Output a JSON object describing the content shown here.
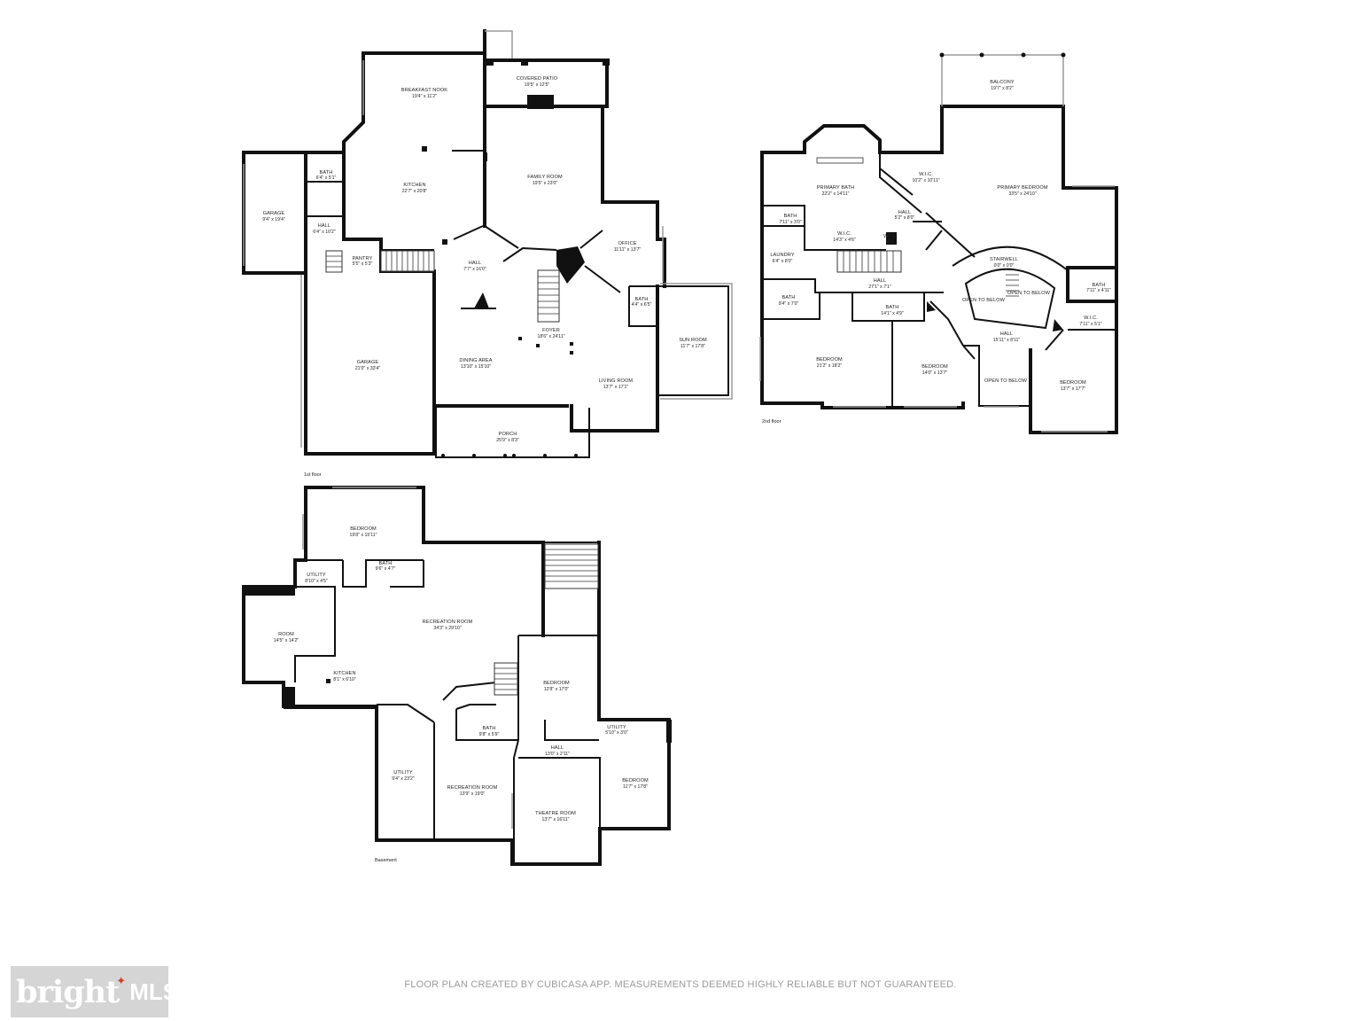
{
  "floors": [
    {
      "id": "first",
      "label": "1st floor",
      "rooms": [
        {
          "id": "breakfast-nook",
          "name": "BREAKFAST NOOK",
          "dims": "19'4\" x 11'2\""
        },
        {
          "id": "covered-patio",
          "name": "COVERED PATIO",
          "dims": "19'5\" x 12'5\""
        },
        {
          "id": "bath-1",
          "name": "BATH",
          "dims": "6'4\" x 5'1\""
        },
        {
          "id": "kitchen",
          "name": "KITCHEN",
          "dims": "22'7\" x 20'8\""
        },
        {
          "id": "family-room",
          "name": "FAMILY ROOM",
          "dims": "19'5\" x 23'0\""
        },
        {
          "id": "garage-small",
          "name": "GARAGE",
          "dims": "9'4\" x 19'4\""
        },
        {
          "id": "hall-1",
          "name": "HALL",
          "dims": "6'4\" x 10'2\""
        },
        {
          "id": "office",
          "name": "OFFICE",
          "dims": "11'11\" x 13'7\""
        },
        {
          "id": "pantry",
          "name": "PANTRY",
          "dims": "5'5\" x 5'3\""
        },
        {
          "id": "hall-2",
          "name": "HALL",
          "dims": "7'7\" x 16'0\""
        },
        {
          "id": "bath-2",
          "name": "BATH",
          "dims": "4'4\" x 6'5\""
        },
        {
          "id": "sun-room",
          "name": "SUN ROOM",
          "dims": "11'7\" x 17'8\""
        },
        {
          "id": "foyer",
          "name": "FOYER",
          "dims": "18'6\" x 24'11\""
        },
        {
          "id": "garage-large",
          "name": "GARAGE",
          "dims": "21'0\" x 33'4\""
        },
        {
          "id": "dining-area",
          "name": "DINING AREA",
          "dims": "13'10\" x 15'10\""
        },
        {
          "id": "living-room",
          "name": "LIVING ROOM",
          "dims": "13'7\" x 17'1\""
        },
        {
          "id": "porch",
          "name": "PORCH",
          "dims": "25'9\" x 8'3\""
        }
      ]
    },
    {
      "id": "second",
      "label": "2nd floor",
      "rooms": [
        {
          "id": "balcony",
          "name": "BALCONY",
          "dims": "19'7\" x 8'2\""
        },
        {
          "id": "primary-bath",
          "name": "PRIMARY BATH",
          "dims": "22'2\" x 14'11\""
        },
        {
          "id": "wic-1",
          "name": "W.I.C.",
          "dims": "10'2\" x 10'11\""
        },
        {
          "id": "primary-bedroom",
          "name": "PRIMARY BEDROOM",
          "dims": "33'5\" x 24'10\""
        },
        {
          "id": "bath-3",
          "name": "BATH",
          "dims": "7'11\" x 3'0\""
        },
        {
          "id": "hall-3",
          "name": "HALL",
          "dims": "5'2\" x 8'0\""
        },
        {
          "id": "wic-2",
          "name": "W.I.C.",
          "dims": "14'3\" x 4'6\""
        },
        {
          "id": "wic-3",
          "name": "W.I.C.",
          "dims": "4'0\""
        },
        {
          "id": "laundry",
          "name": "LAUNDRY",
          "dims": "6'4\" x 8'0\""
        },
        {
          "id": "stairwell",
          "name": "STAIRWELL",
          "dims": "0'0\" x 0'0\""
        },
        {
          "id": "hall-4",
          "name": "HALL",
          "dims": "27'1\" x 7'1\""
        },
        {
          "id": "bath-4",
          "name": "BATH",
          "dims": "7'11\" x 4'11\""
        },
        {
          "id": "open-below-1",
          "name": "OPEN TO BELOW",
          "dims": ""
        },
        {
          "id": "open-below-2",
          "name": "OPEN TO BELOW",
          "dims": ""
        },
        {
          "id": "bath-5",
          "name": "BATH",
          "dims": "9'4\" x 7'0\""
        },
        {
          "id": "bath-6",
          "name": "BATH",
          "dims": "14'1\" x 4'9\""
        },
        {
          "id": "wic-4",
          "name": "W.I.C.",
          "dims": "7'11\" x 5'1\""
        },
        {
          "id": "hall-5",
          "name": "HALL",
          "dims": "15'11\" x 8'11\""
        },
        {
          "id": "bedroom-1",
          "name": "BEDROOM",
          "dims": "21'2\" x 18'2\""
        },
        {
          "id": "bedroom-2",
          "name": "BEDROOM",
          "dims": "14'0\" x 13'7\""
        },
        {
          "id": "open-below-3",
          "name": "OPEN TO BELOW",
          "dims": ""
        },
        {
          "id": "bedroom-3",
          "name": "BEDROOM",
          "dims": "13'7\" x 17'7\""
        }
      ]
    },
    {
      "id": "basement",
      "label": "Basement",
      "rooms": [
        {
          "id": "bedroom-b1",
          "name": "BEDROOM",
          "dims": "19'8\" x 15'11\""
        },
        {
          "id": "bath-b1",
          "name": "BATH",
          "dims": "9'6\" x 4'7\""
        },
        {
          "id": "utility-b1",
          "name": "UTILITY",
          "dims": "8'10\" x 4'5\""
        },
        {
          "id": "recreation-room-1",
          "name": "RECREATION ROOM",
          "dims": "34'3\" x 29'10\""
        },
        {
          "id": "room",
          "name": "ROOM",
          "dims": "14'5\" x 14'2\""
        },
        {
          "id": "kitchen-b",
          "name": "KITCHEN",
          "dims": "8'1\" x 6'10\""
        },
        {
          "id": "bedroom-b2",
          "name": "BEDROOM",
          "dims": "12'8\" x 17'0\""
        },
        {
          "id": "bath-b2",
          "name": "BATH",
          "dims": "9'8\" x 5'9\""
        },
        {
          "id": "utility-b2",
          "name": "UTILITY",
          "dims": "5'10\" x 3'0\""
        },
        {
          "id": "hall-b",
          "name": "HALL",
          "dims": "13'0\" x 2'11\""
        },
        {
          "id": "utility-b3",
          "name": "UTILITY",
          "dims": "9'4\" x 23'2\""
        },
        {
          "id": "recreation-room-2",
          "name": "RECREATION ROOM",
          "dims": "13'9\" x 19'0\""
        },
        {
          "id": "bedroom-b3",
          "name": "BEDROOM",
          "dims": "11'7\" x 17'8\""
        },
        {
          "id": "theatre-room",
          "name": "THEATRE ROOM",
          "dims": "13'7\" x 16'11\""
        }
      ]
    }
  ],
  "footer": {
    "note": "FLOOR PLAN CREATED BY CUBICASA APP. MEASUREMENTS DEEMED HIGHLY RELIABLE BUT NOT GUARANTEED."
  },
  "brand": {
    "name": "bright",
    "suffix": "MLS",
    "accent_color": "#d3402a"
  }
}
